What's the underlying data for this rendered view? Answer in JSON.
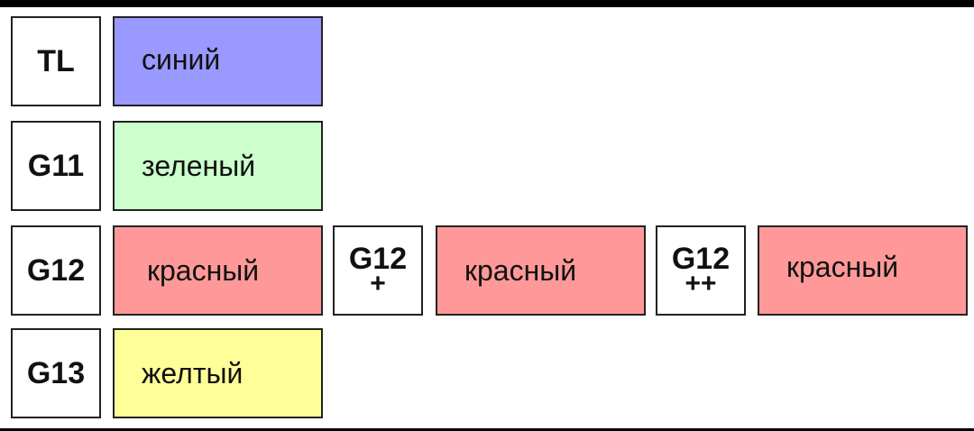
{
  "rows": [
    {
      "code": "TL",
      "color_name": "синий",
      "fill": "#9999ff"
    },
    {
      "code": "G11",
      "color_name": "зеленый",
      "fill": "#ccffcc"
    },
    {
      "code": "G12",
      "color_name": "красный",
      "fill": "#ff9999"
    },
    {
      "code": "G13",
      "color_name": "желтый",
      "fill": "#ffff99"
    }
  ],
  "extra": [
    {
      "code_main": "G12",
      "code_sub": "+",
      "color_name": "красный",
      "fill": "#ff9999"
    },
    {
      "code_main": "G12",
      "code_sub": "++",
      "color_name": "красный",
      "fill": "#ff9999"
    }
  ],
  "colors": {
    "border": "#222222",
    "background": "#ffffff",
    "frame": "#000000"
  }
}
